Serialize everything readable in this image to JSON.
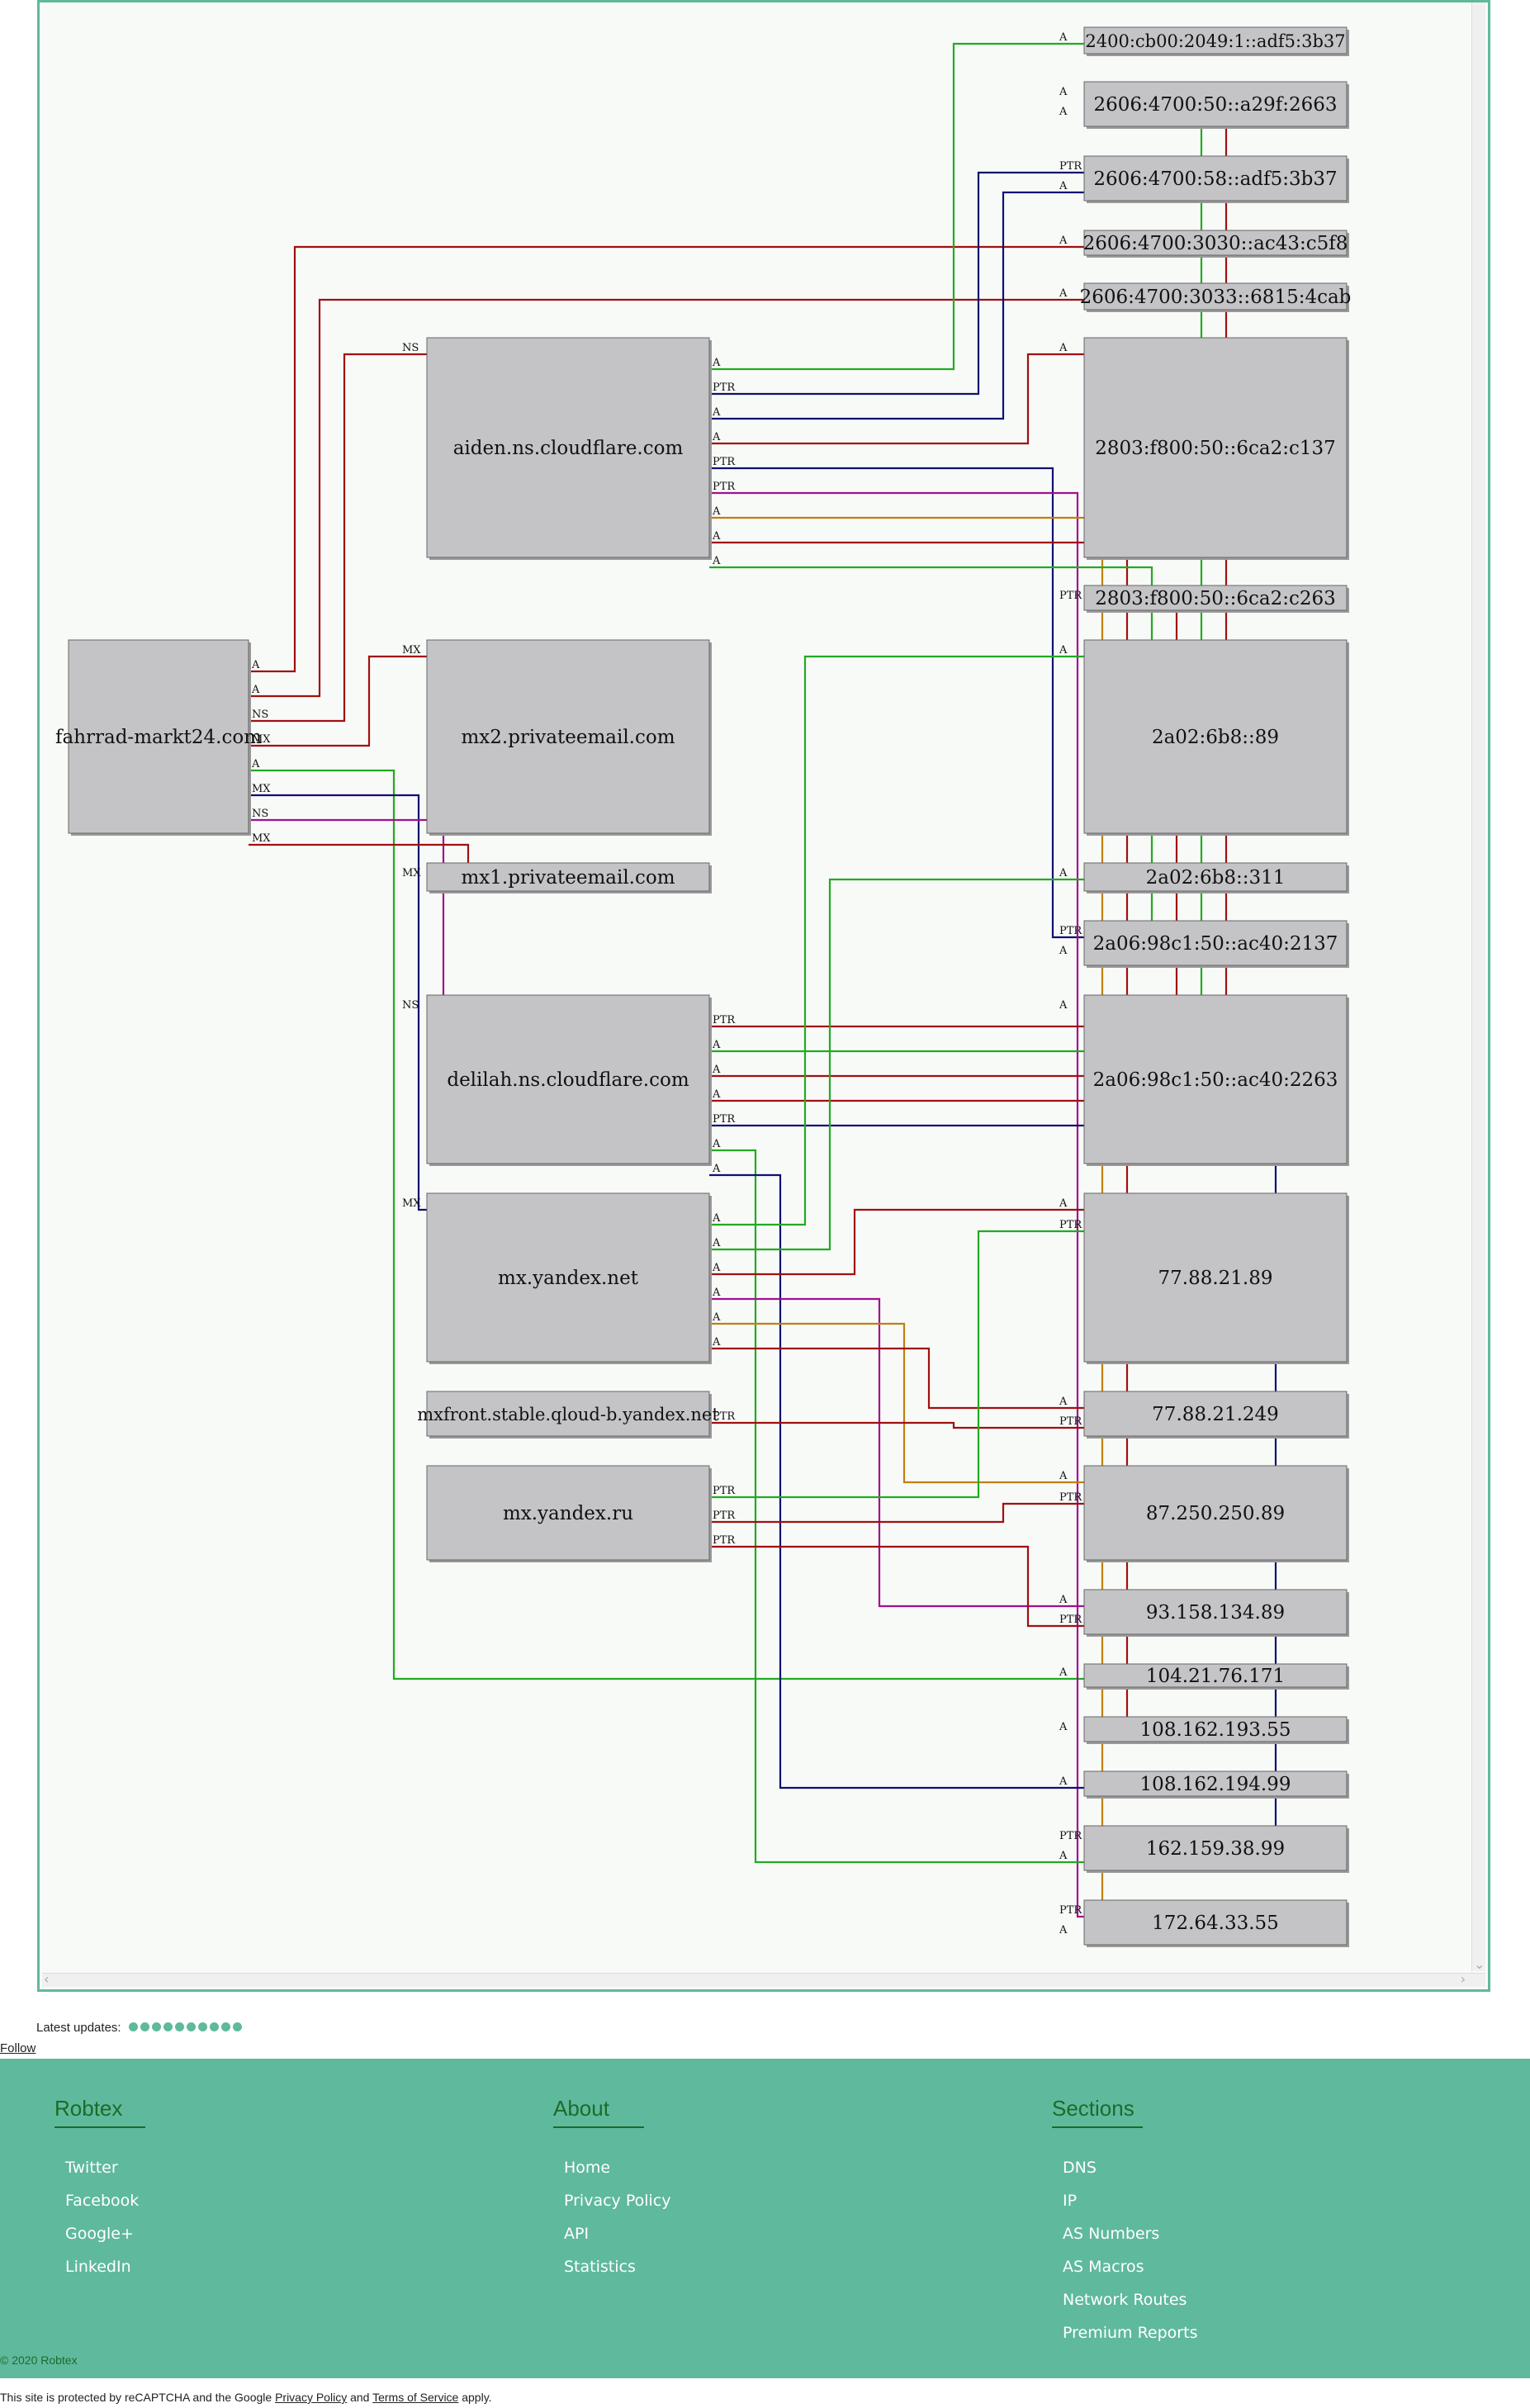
{
  "graph": {
    "nodes": [
      {
        "id": "n1",
        "label": "2400:cb00:2049:1::adf5:3b37"
      },
      {
        "id": "n2",
        "label": "2606:4700:50::a29f:2663"
      },
      {
        "id": "n3",
        "label": "2606:4700:58::adf5:3b37"
      },
      {
        "id": "n4",
        "label": "2606:4700:3030::ac43:c5f8"
      },
      {
        "id": "n5",
        "label": "2606:4700:3033::6815:4cab"
      },
      {
        "id": "n6",
        "label": "2803:f800:50::6ca2:c137"
      },
      {
        "id": "n7",
        "label": "2803:f800:50::6ca2:c263"
      },
      {
        "id": "n8",
        "label": "2a02:6b8::89"
      },
      {
        "id": "n9",
        "label": "2a02:6b8::311"
      },
      {
        "id": "n10",
        "label": "2a06:98c1:50::ac40:2137"
      },
      {
        "id": "n11",
        "label": "2a06:98c1:50::ac40:2263"
      },
      {
        "id": "n12",
        "label": "77.88.21.89"
      },
      {
        "id": "n13",
        "label": "77.88.21.249"
      },
      {
        "id": "n14",
        "label": "87.250.250.89"
      },
      {
        "id": "n15",
        "label": "93.158.134.89"
      },
      {
        "id": "n16",
        "label": "104.21.76.171"
      },
      {
        "id": "n17",
        "label": "108.162.193.55"
      },
      {
        "id": "n18",
        "label": "108.162.194.99"
      },
      {
        "id": "n19",
        "label": "162.159.38.99"
      },
      {
        "id": "n20",
        "label": "172.64.33.55"
      },
      {
        "id": "m1",
        "label": "aiden.ns.cloudflare.com"
      },
      {
        "id": "m2",
        "label": "mx2.privateemail.com"
      },
      {
        "id": "m3",
        "label": "mx1.privateemail.com"
      },
      {
        "id": "m4",
        "label": "delilah.ns.cloudflare.com"
      },
      {
        "id": "m5",
        "label": "mx.yandex.net"
      },
      {
        "id": "m6",
        "label": "mxfront.stable.qloud-b.yandex.net"
      },
      {
        "id": "m7",
        "label": "mx.yandex.ru"
      },
      {
        "id": "root",
        "label": "fahrrad-markt24.com"
      }
    ],
    "edges": [
      {
        "from": "root",
        "to": "n4",
        "label": "A",
        "color": "#a01010"
      },
      {
        "from": "root",
        "to": "n5",
        "label": "A",
        "color": "#a01010"
      },
      {
        "from": "root",
        "to": "m1",
        "label": "NS",
        "color": "#a01010"
      },
      {
        "from": "root",
        "to": "m2",
        "label": "MX",
        "color": "#a01010"
      },
      {
        "from": "root",
        "to": "n16",
        "label": "A",
        "color": "#22aa22"
      },
      {
        "from": "root",
        "to": "m5",
        "label": "MX",
        "color": "#101070"
      },
      {
        "from": "root",
        "to": "m4",
        "label": "NS",
        "color": "#a01090"
      },
      {
        "from": "root",
        "to": "m3",
        "label": "MX",
        "color": "#a01010"
      },
      {
        "from": "m1",
        "to": "n1",
        "label": "A",
        "color": "#22aa22"
      },
      {
        "from": "m1",
        "to": "n3",
        "label": "PTR",
        "color": "#101070"
      },
      {
        "from": "m1",
        "to": "n3",
        "label": "A",
        "color": "#101070"
      },
      {
        "from": "m1",
        "to": "n6",
        "label": "A",
        "color": "#a01010"
      },
      {
        "from": "m1",
        "to": "n10",
        "label": "PTR",
        "color": "#101070"
      },
      {
        "from": "m1",
        "to": "n20",
        "label": "PTR",
        "color": "#a01090"
      },
      {
        "from": "m1",
        "to": "n20",
        "label": "A",
        "color": "#c08010"
      },
      {
        "from": "m1",
        "to": "n17",
        "label": "A",
        "color": "#a01010"
      },
      {
        "from": "m1",
        "to": "n10",
        "label": "A",
        "color": "#22aa22"
      },
      {
        "from": "m4",
        "to": "n7",
        "label": "PTR",
        "color": "#a01010"
      },
      {
        "from": "m4",
        "to": "n2",
        "label": "A",
        "color": "#22aa22"
      },
      {
        "from": "m4",
        "to": "n2",
        "label": "A",
        "color": "#a01010"
      },
      {
        "from": "m4",
        "to": "n11",
        "label": "A",
        "color": "#a01010"
      },
      {
        "from": "m4",
        "to": "n19",
        "label": "PTR",
        "color": "#101070"
      },
      {
        "from": "m4",
        "to": "n19",
        "label": "A",
        "color": "#22aa22"
      },
      {
        "from": "m4",
        "to": "n18",
        "label": "A",
        "color": "#101070"
      },
      {
        "from": "m5",
        "to": "n8",
        "label": "A",
        "color": "#22aa22"
      },
      {
        "from": "m5",
        "to": "n9",
        "label": "A",
        "color": "#22aa22"
      },
      {
        "from": "m5",
        "to": "n12",
        "label": "A",
        "color": "#a01010"
      },
      {
        "from": "m5",
        "to": "n15",
        "label": "A",
        "color": "#a01090"
      },
      {
        "from": "m5",
        "to": "n14",
        "label": "A",
        "color": "#c08010"
      },
      {
        "from": "m5",
        "to": "n13",
        "label": "A",
        "color": "#a01010"
      },
      {
        "from": "m6",
        "to": "n13",
        "label": "PTR",
        "color": "#a01010"
      },
      {
        "from": "m7",
        "to": "n12",
        "label": "PTR",
        "color": "#22aa22"
      },
      {
        "from": "m7",
        "to": "n14",
        "label": "PTR",
        "color": "#a01010"
      },
      {
        "from": "m7",
        "to": "n15",
        "label": "PTR",
        "color": "#a01010"
      }
    ]
  },
  "updates": {
    "label": "Latest updates:",
    "dot_count": 10
  },
  "follow_label": "Follow",
  "footer": {
    "columns": [
      {
        "heading": "Robtex",
        "items": [
          "Twitter",
          "Facebook",
          "Google+",
          "LinkedIn"
        ]
      },
      {
        "heading": "About",
        "items": [
          "Home",
          "Privacy Policy",
          "API",
          "Statistics"
        ]
      },
      {
        "heading": "Sections",
        "items": [
          "DNS",
          "IP",
          "AS Numbers",
          "AS Macros",
          "Network Routes",
          "Premium Reports"
        ]
      }
    ],
    "copyright": "© 2020 Robtex"
  },
  "recaptcha": {
    "prefix": "This site is protected by reCAPTCHA and the Google",
    "privacy": "Privacy Policy",
    "and": "and",
    "terms": "Terms of Service",
    "suffix": "apply."
  },
  "colors": {
    "accent": "#5fb99c",
    "footer_heading": "#1d6b2a",
    "node_fill": "#c4c3c6"
  }
}
